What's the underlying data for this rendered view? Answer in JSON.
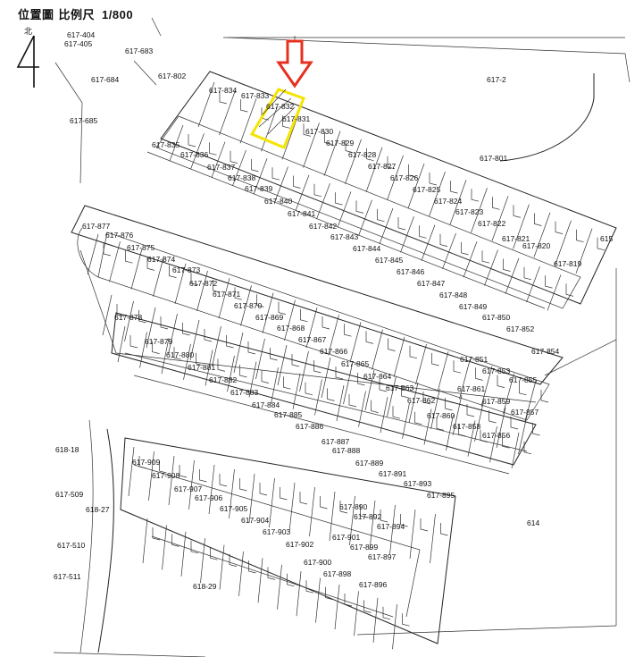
{
  "header": {
    "title": "位置圖 比例尺",
    "scale": "1/800",
    "north_label": "北"
  },
  "highlight": {
    "parcel": "617-832",
    "outline_color": "#f5e400",
    "arrow_color": "#e53020"
  },
  "parcels": [
    "617-404",
    "617-405",
    "617-683",
    "617-684",
    "617-802",
    "617-685",
    "617-2",
    "617-834",
    "617-833",
    "617-832",
    "617-831",
    "617-830",
    "617-829",
    "617-828",
    "617-827",
    "617-826",
    "617-825",
    "617-824",
    "617-823",
    "617-822",
    "617-821",
    "617-820",
    "617-819",
    "617-801",
    "615",
    "617-835",
    "617-836",
    "617-837",
    "617-838",
    "617-839",
    "617-840",
    "617-841",
    "617-842",
    "617-843",
    "617-844",
    "617-845",
    "617-846",
    "617-847",
    "617-848",
    "617-849",
    "617-850",
    "617-852",
    "617-854",
    "617-851",
    "617-853",
    "617-855",
    "617-877",
    "617-876",
    "617-875",
    "617-874",
    "617-873",
    "617-872",
    "617-871",
    "617-870",
    "617-869",
    "617-868",
    "617-867",
    "617-866",
    "617-865",
    "617-864",
    "617-863",
    "617-862",
    "617-861",
    "617-859",
    "617-857",
    "617-860",
    "617-858",
    "617-856",
    "617-878",
    "617-879",
    "617-880",
    "617-881",
    "617-882",
    "617-883",
    "617-884",
    "617-885",
    "617-886",
    "617-887",
    "617-888",
    "617-889",
    "617-891",
    "617-893",
    "617-895",
    "618-18",
    "617-909",
    "617-908",
    "617-907",
    "617-906",
    "617-905",
    "617-904",
    "617-903",
    "617-902",
    "617-900",
    "617-901",
    "617-899",
    "617-897",
    "617-898",
    "617-896",
    "617-890",
    "617-892",
    "617-894",
    "614",
    "617-509",
    "618-27",
    "617-510",
    "617-511",
    "618-29"
  ]
}
